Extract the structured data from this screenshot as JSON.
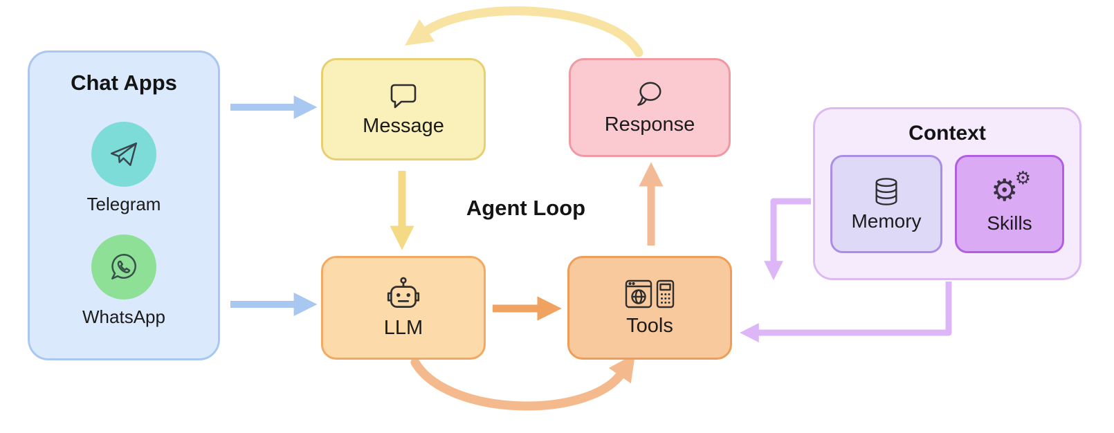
{
  "center_label": "Agent Loop",
  "chat_apps": {
    "title": "Chat Apps",
    "items": [
      {
        "label": "Telegram",
        "icon": "paper-plane",
        "circle_color": "#7edcd8"
      },
      {
        "label": "WhatsApp",
        "icon": "phone-bubble",
        "circle_color": "#8fe097"
      }
    ]
  },
  "nodes": {
    "message": {
      "label": "Message",
      "icon": "square-chat-bubble",
      "fill": "#faf0ba",
      "border": "#e8cf70"
    },
    "response": {
      "label": "Response",
      "icon": "round-chat-bubble",
      "fill": "#fbcad0",
      "border": "#f199a3"
    },
    "llm": {
      "label": "LLM",
      "icon": "robot",
      "fill": "#fcdaaa",
      "border": "#f2a963"
    },
    "tools": {
      "label": "Tools",
      "icon": "browser-and-calculator",
      "fill": "#f9c99e",
      "border": "#ef9e5a"
    }
  },
  "context": {
    "title": "Context",
    "fill": "#f5ebfc",
    "border": "#ddb9f2",
    "items": [
      {
        "label": "Memory",
        "icon": "database-cylinder",
        "fill": "#dfd9f8",
        "border": "#aa8ee6"
      },
      {
        "label": "Skills",
        "icon": "gears",
        "fill": "#daaaf4",
        "border": "#b25ee2"
      }
    ]
  },
  "icons": {
    "gear_glyph": "⚙"
  },
  "edges": [
    {
      "from": "chat-apps",
      "to": "message",
      "color": "#a9c8f1",
      "style": "straight-right"
    },
    {
      "from": "chat-apps",
      "to": "llm",
      "color": "#a9c8f1",
      "style": "straight-right"
    },
    {
      "from": "message",
      "to": "llm",
      "color": "#f4da85",
      "style": "straight-down"
    },
    {
      "from": "llm",
      "to": "tools",
      "color": "#f0a260",
      "style": "straight-right"
    },
    {
      "from": "tools",
      "to": "response",
      "color": "#f2ba95",
      "style": "straight-up"
    },
    {
      "from": "response",
      "to": "message",
      "color": "#f8e3a2",
      "style": "curved-top"
    },
    {
      "from": "llm",
      "to": "tools",
      "color": "#f5b98e",
      "style": "curved-bottom"
    },
    {
      "from": "context",
      "to": "tools",
      "color": "#dcb6f6",
      "style": "elbow-down"
    },
    {
      "from": "context",
      "to": "tools",
      "color": "#dcb6f6",
      "style": "elbow-left"
    }
  ]
}
